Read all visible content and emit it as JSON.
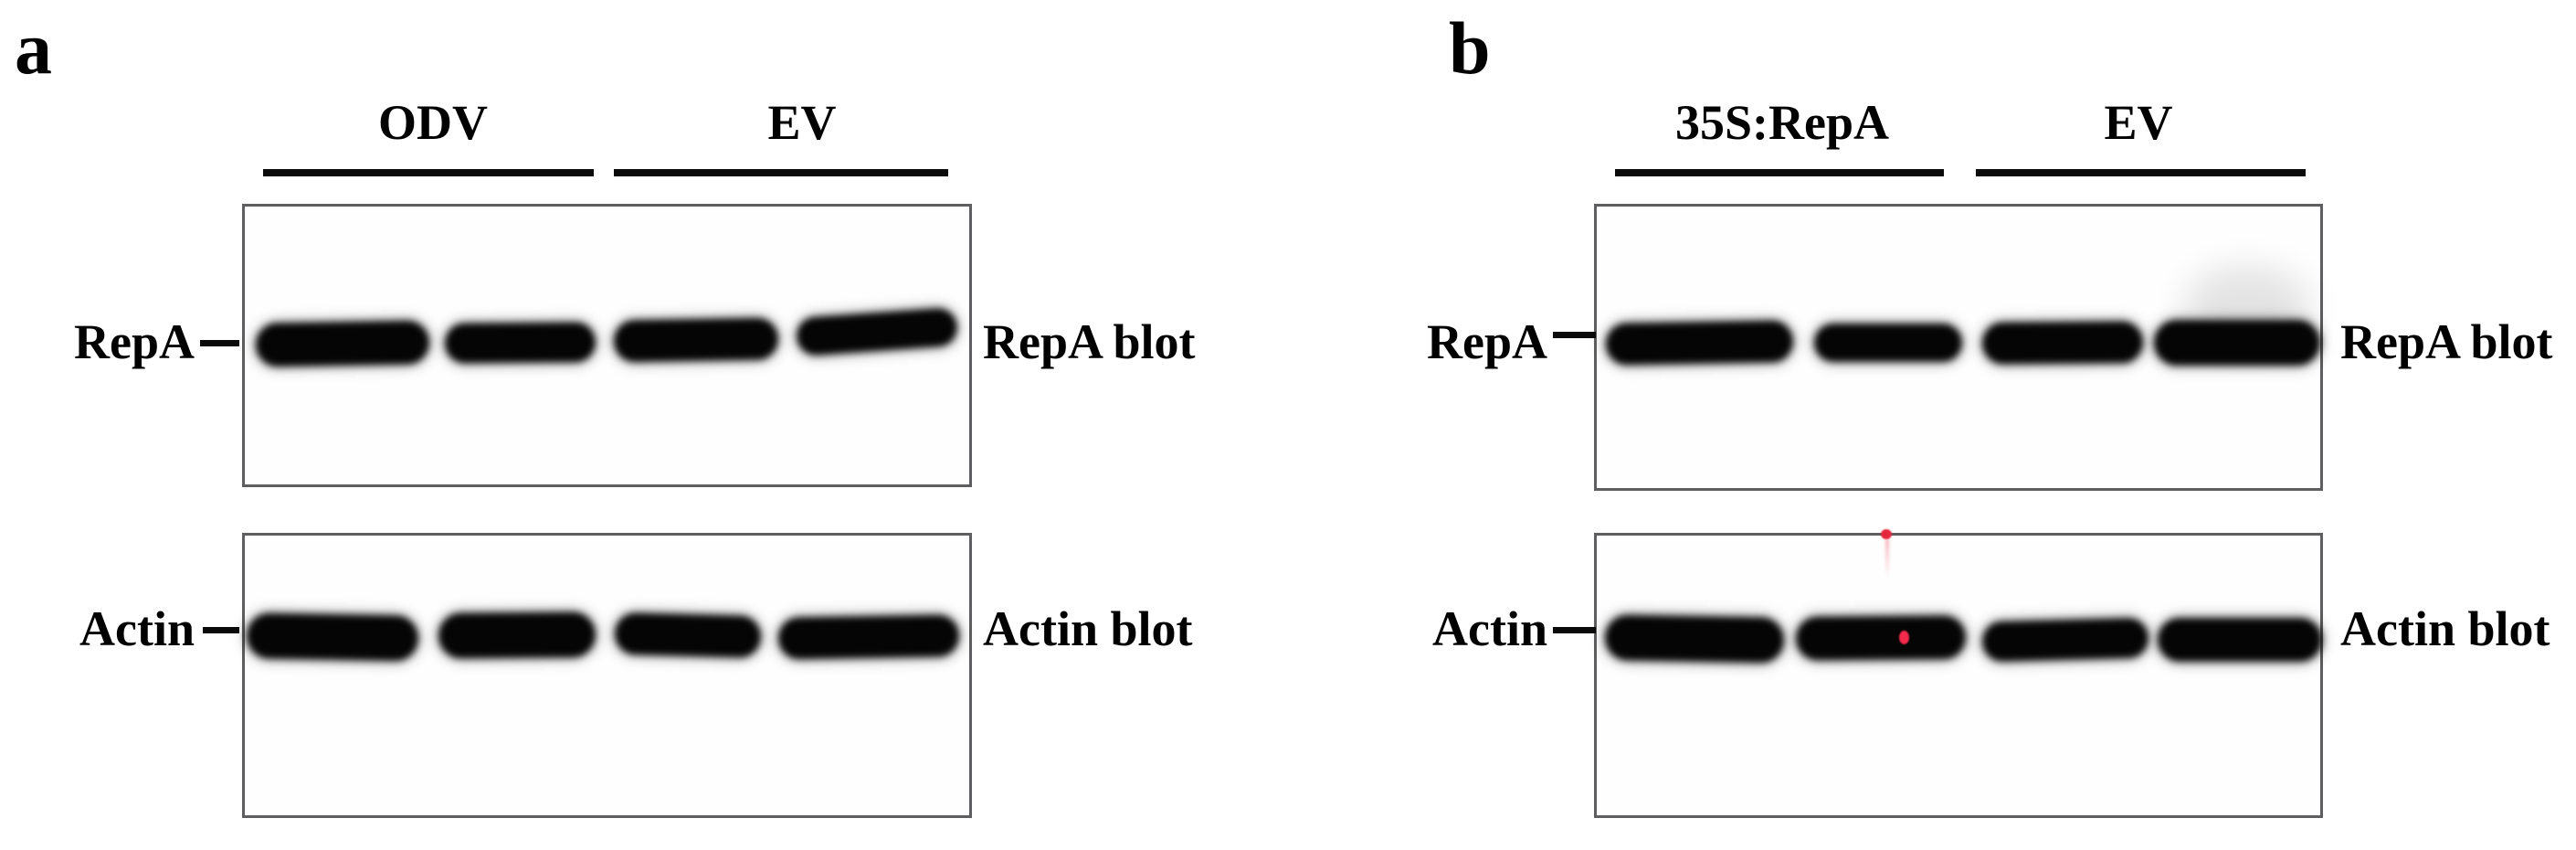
{
  "figure": {
    "panels": [
      {
        "letter": "a",
        "lane_groups": [
          {
            "label": "ODV"
          },
          {
            "label": "EV"
          }
        ],
        "blots": [
          {
            "side_label": "RepA",
            "blot_label": "RepA blot"
          },
          {
            "side_label": "Actin",
            "blot_label": "Actin blot"
          }
        ]
      },
      {
        "letter": "b",
        "lane_groups": [
          {
            "label": "35S:RepA"
          },
          {
            "label": "EV"
          }
        ],
        "blots": [
          {
            "side_label": "RepA",
            "blot_label": "RepA blot"
          },
          {
            "side_label": "Actin",
            "blot_label": "Actin blot"
          }
        ]
      }
    ],
    "colors": {
      "background": "#ffffff",
      "text": "#000000",
      "box_border": "#5e5e60",
      "band": "#050505",
      "underline": "#0a0a0a",
      "artifact_red": "#e5273e"
    }
  }
}
